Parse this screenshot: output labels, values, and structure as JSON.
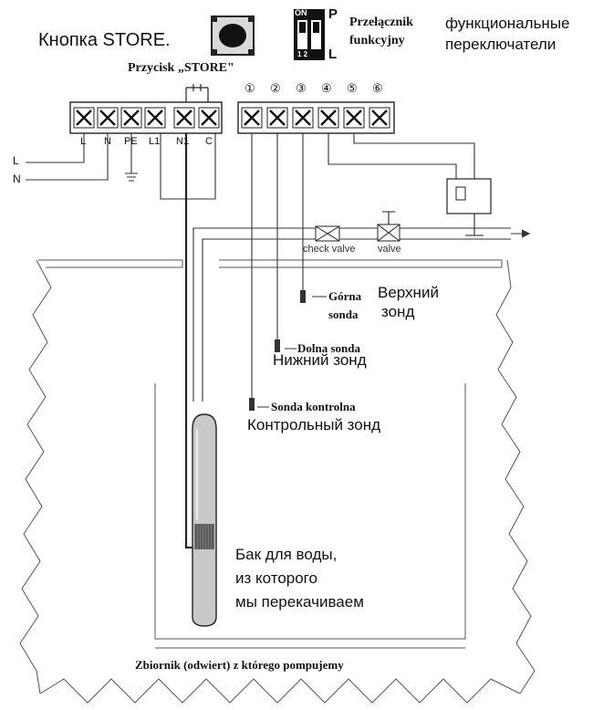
{
  "labels": {
    "store_button_ru": "Кнопка STORE.",
    "store_button_pl": "Przycisk „STORE\"",
    "switch_pl_line1": "Przełącznik",
    "switch_pl_line2": "funkcyjny",
    "switch_ru_line1": "функциональные",
    "switch_ru_line2": "переключатели",
    "switch_on": "ON",
    "switch_p": "P",
    "switch_l": "L",
    "switch_12": "1 2",
    "upper_probe_pl_1": "Górna",
    "upper_probe_pl_2": "sonda",
    "upper_probe_ru_1": "Верхний",
    "upper_probe_ru_2": "зонд",
    "lower_probe_pl": "Dolna sonda",
    "lower_probe_ru": "Нижний зонд",
    "control_probe_pl": "Sonda kontrolna",
    "control_probe_ru": "Контрольный зонд",
    "tank_ru_1": "Бак для воды,",
    "tank_ru_2": "из которого",
    "tank_ru_3": "мы перекачиваем",
    "tank_pl": "Zbiornik (odwiert) z którego pompujemy",
    "check_valve": "check valve",
    "valve": "valve",
    "line_l": "L",
    "line_n": "N"
  },
  "terminals_left": [
    "L",
    "N",
    "PE",
    "L1",
    "N1",
    "C"
  ],
  "terminals_right": [
    "①",
    "②",
    "③",
    "④",
    "⑤",
    "⑥"
  ]
}
